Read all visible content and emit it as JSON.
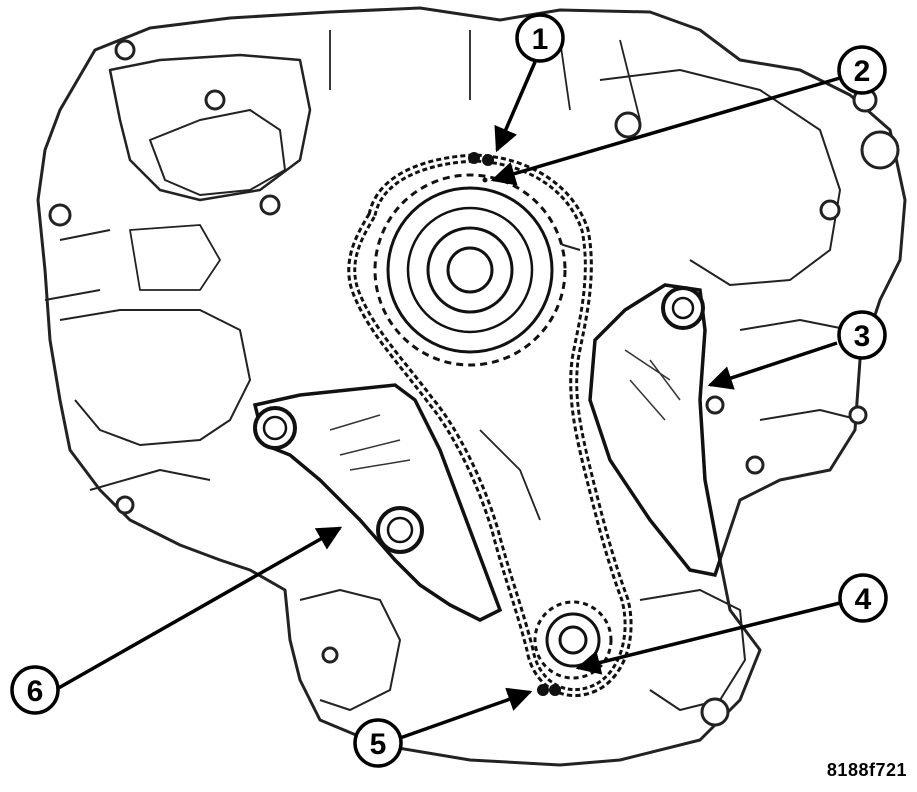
{
  "figure": {
    "reference_code": "8188f721",
    "callouts": [
      {
        "id": "callout-1",
        "number": "1",
        "points_to": "upper chain timing mark link"
      },
      {
        "id": "callout-2",
        "number": "2",
        "points_to": "crankshaft/cam sprocket timing mark"
      },
      {
        "id": "callout-3",
        "number": "3",
        "points_to": "chain tensioner arm"
      },
      {
        "id": "callout-4",
        "number": "4",
        "points_to": "lower sprocket timing mark"
      },
      {
        "id": "callout-5",
        "number": "5",
        "points_to": "lower chain timing mark link"
      },
      {
        "id": "callout-6",
        "number": "6",
        "points_to": "chain guide"
      }
    ]
  }
}
